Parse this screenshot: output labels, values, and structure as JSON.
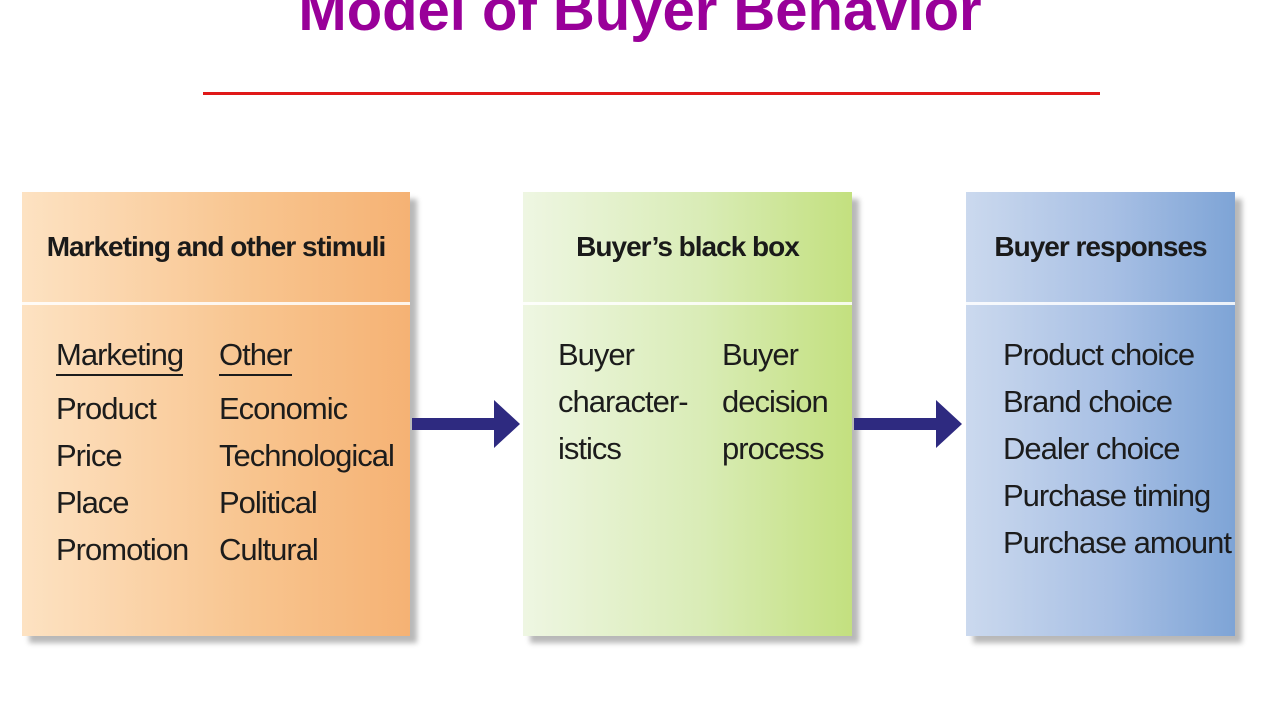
{
  "title": "Model of Buyer Behavior",
  "colors": {
    "title": "#990099",
    "rule": "#e01818",
    "arrow": "#2e2a80"
  },
  "boxes": {
    "stimuli": {
      "heading": "Marketing and other stimuli",
      "marketing": {
        "heading": "Marketing",
        "items": [
          "Product",
          "Price",
          "Place",
          "Promotion"
        ]
      },
      "other": {
        "heading": "Other",
        "items": [
          "Economic",
          "Technological",
          "Political",
          "Cultural"
        ]
      }
    },
    "black_box": {
      "heading": "Buyer’s black box",
      "characteristics": [
        "Buyer",
        "character-",
        "istics"
      ],
      "decision": [
        "Buyer",
        "decision",
        "process"
      ]
    },
    "responses": {
      "heading": "Buyer responses",
      "items": [
        "Product choice",
        "Brand choice",
        "Dealer choice",
        "Purchase timing",
        "Purchase amount"
      ]
    }
  }
}
